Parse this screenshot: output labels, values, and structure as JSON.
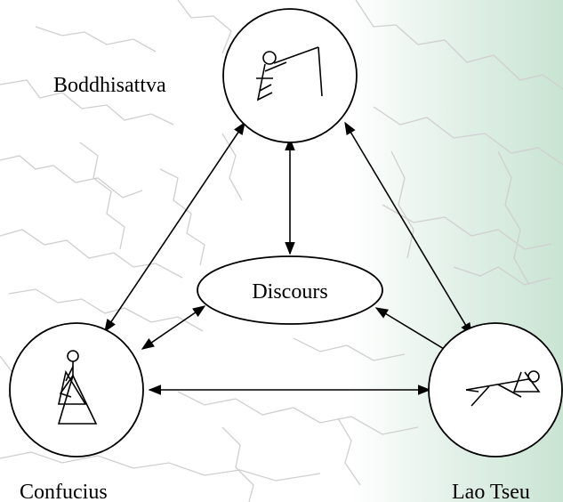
{
  "nodes": {
    "top": {
      "label": "Boddhisattva"
    },
    "left": {
      "label": "Confucius"
    },
    "right": {
      "label": "Lao Tseu"
    },
    "center": {
      "label": "Discours"
    }
  },
  "colors": {
    "background_right": "#cfe6d8",
    "map_lines": "#c8c8c8",
    "stroke": "#000000"
  }
}
